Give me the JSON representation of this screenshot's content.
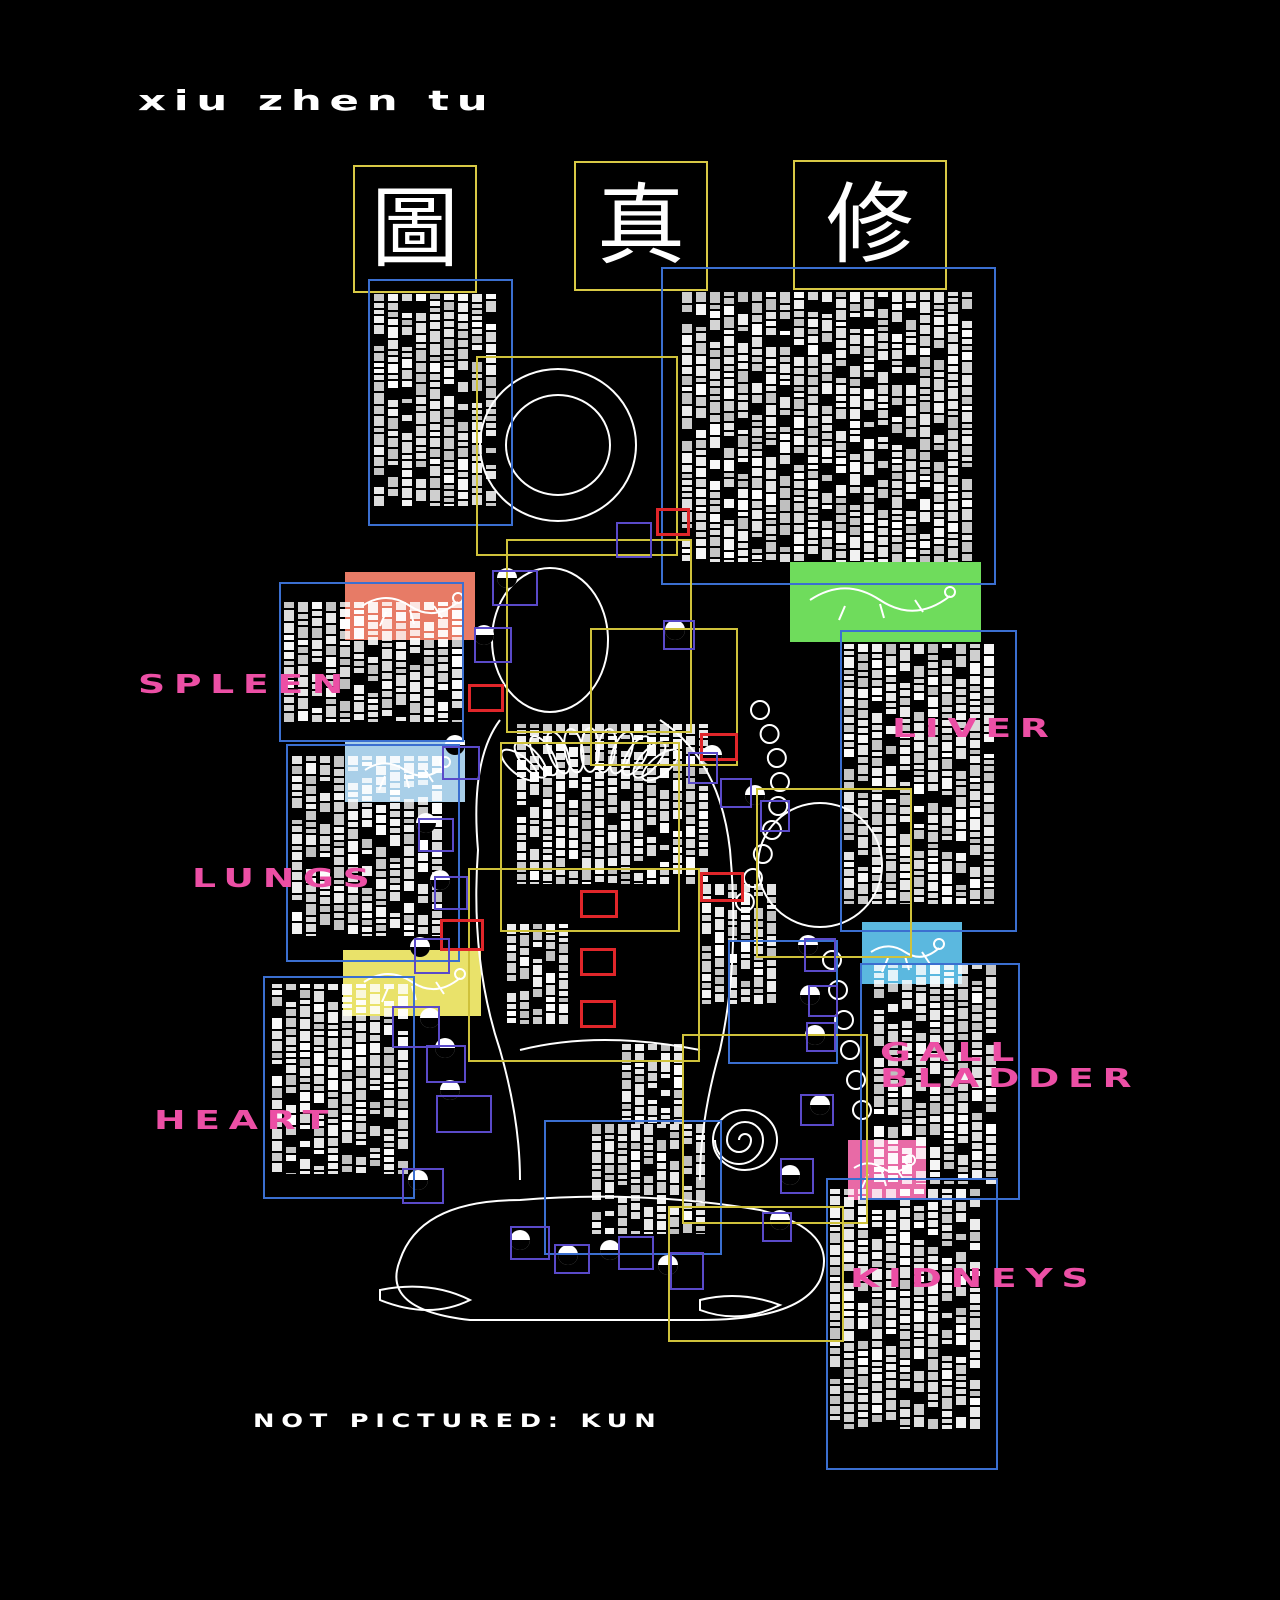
{
  "title": "xiu zhen tu",
  "footer": "NOT PICTURED: KUN",
  "seal_characters": [
    "圖",
    "真",
    "修"
  ],
  "organs": {
    "spleen": "SPLEEN",
    "liver": "LIVER",
    "lungs": "LUNGS",
    "heart": "HEART",
    "gall_line1": "GALL",
    "gall_line2": "BLADDER",
    "kidneys": "KIDNEYS"
  },
  "colors": {
    "background": "#000000",
    "label_pink": "#ec4fa5",
    "box_blue": "#3b6fd0",
    "box_yellow": "#cfc23b",
    "box_red": "#e0262a",
    "box_purple": "#5a4ac9",
    "patch_salmon": "#e77b66",
    "patch_green": "#6fdc5c",
    "patch_lightblue": "#a9cfe8",
    "patch_yellow": "#e9e26a",
    "patch_cyan": "#5bb8df",
    "patch_pink": "#e86aa6"
  }
}
